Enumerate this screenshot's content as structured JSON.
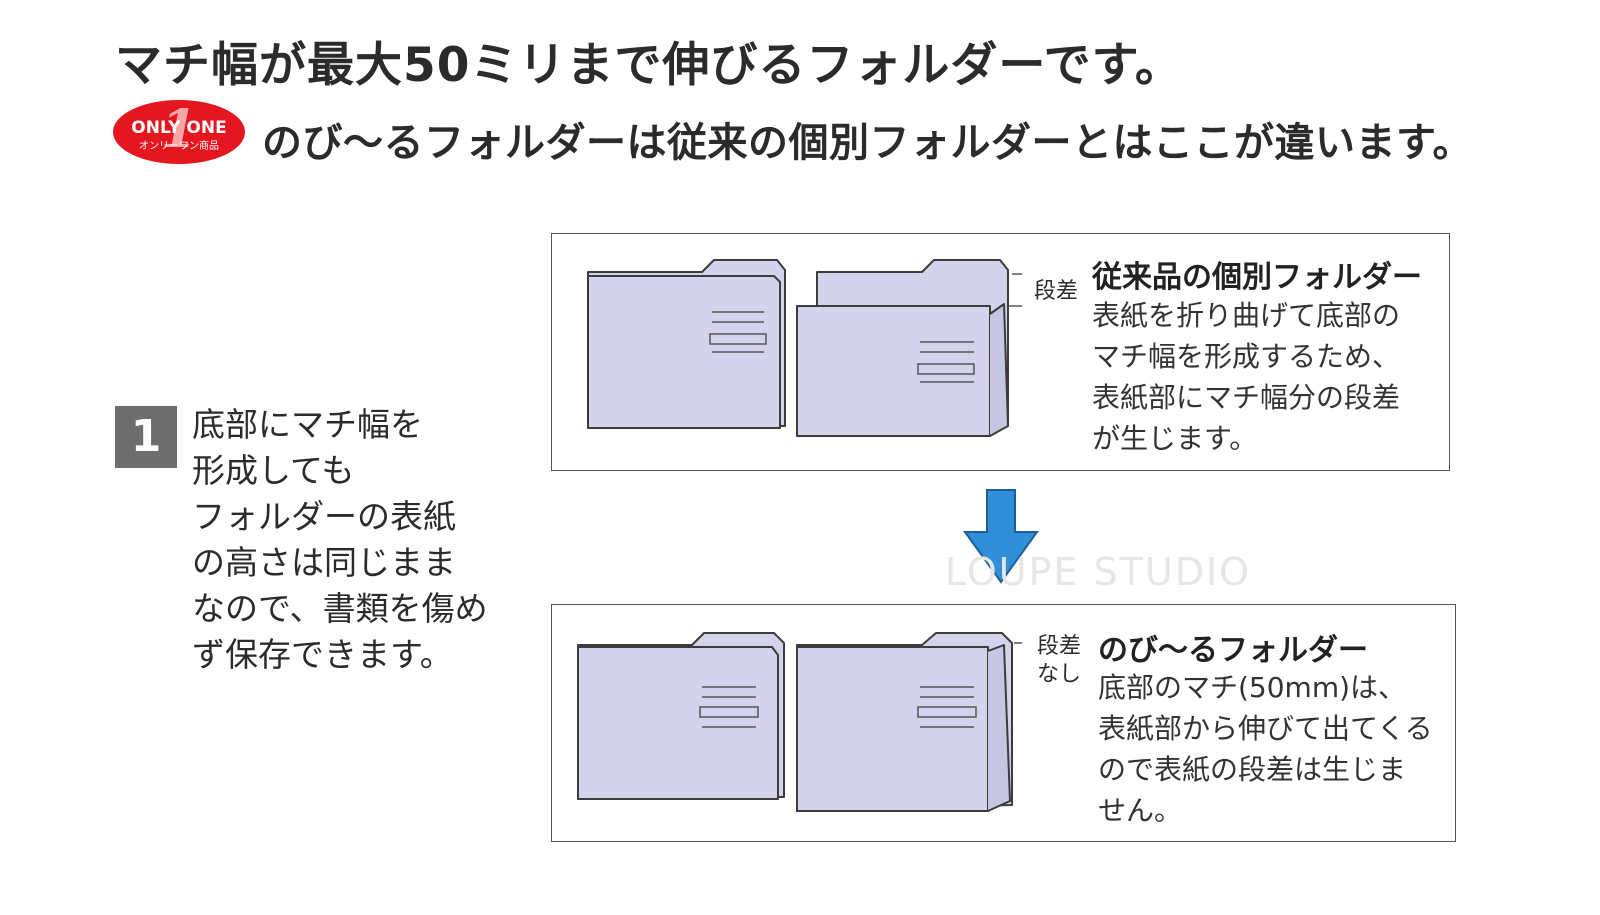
{
  "header": {
    "title": "マチ幅が最大50ミリまで伸びるフォルダーです。",
    "subtitle": "のび〜るフォルダーは従来の個別フォルダーとはここが違います。"
  },
  "badge": {
    "line1": "ONLY ONE",
    "numeral": "1",
    "line2": "オンリーワン商品",
    "color": "#e5161f"
  },
  "point": {
    "number": "1",
    "text": "底部にマチ幅を\n形成しても\nフォルダーの表紙\nの高さは同じまま\nなので、書類を傷め\nず保存できます。"
  },
  "conventional": {
    "step_label": "段差",
    "title": "従来品の個別フォルダー",
    "text": "表紙を折り曲げて底部の\nマチ幅を形成するため、\n表紙部にマチ幅分の段差\nが生じます。"
  },
  "nobiru": {
    "step_label": "段差\nなし",
    "title": "のび〜るフォルダー",
    "text": "底部のマチ(50mm)は、\n表紙部から伸びて出てくる\nので表紙の段差は生じま\nせん。"
  },
  "arrow": {
    "direction": "down-arrow",
    "color": "#2f8fd8"
  },
  "watermark": {
    "text": "LOUPE STUDIO"
  },
  "colors": {
    "folder_fill": "#d3d4ec",
    "folder_stroke": "#3c3c3c",
    "border": "#555555"
  }
}
